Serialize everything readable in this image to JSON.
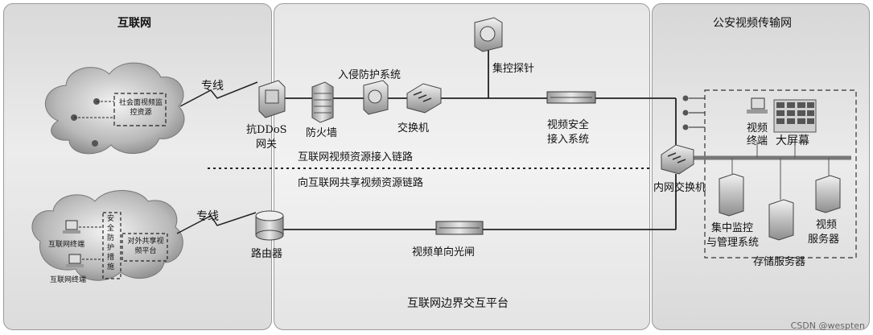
{
  "zones": {
    "internet": "互联网",
    "border_platform": "互联网边界交互平台",
    "police_network": "公安视频传输网"
  },
  "top": {
    "dedicated_line": "专线",
    "social_video": "社会面视频监控资源",
    "ddos_gateway_line1": "抗DDoS",
    "ddos_gateway_line2": "网关",
    "firewall": "防火墙",
    "ids": "入侵防护系统",
    "switch": "交换机",
    "probe": "集控探针",
    "video_access_line1": "视频安全",
    "video_access_line2": "接入系统",
    "access_chain": "互联网视频资源接入链路"
  },
  "bottom": {
    "share_chain": "向互联网共享视频资源链路",
    "dedicated_line": "专线",
    "terminal_a": "互联网终端",
    "terminal_b": "互联网终端",
    "security_measures": "安全防护措施",
    "share_platform": "对外共享视频平台",
    "router": "路由器",
    "optical_gate": "视频单向光闸"
  },
  "right": {
    "video_terminal_line1": "视频",
    "video_terminal_line2": "终端",
    "big_screen": "大屏幕",
    "inner_switch": "内网交换机",
    "central_mgmt_line1": "集中监控",
    "central_mgmt_line2": "与管理系统",
    "video_server_line1": "视频",
    "video_server_line2": "服务器",
    "storage_server": "存储服务器"
  },
  "watermark": "CSDN @wespten"
}
